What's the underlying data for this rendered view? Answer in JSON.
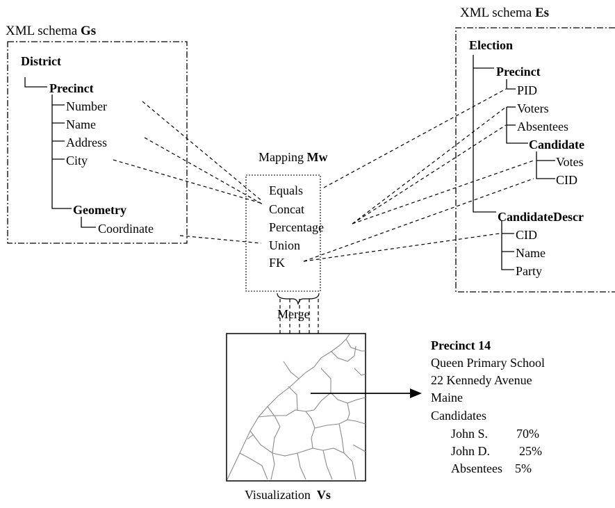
{
  "schema_gs": {
    "caption": "XML schema",
    "caption_bold": "Gs",
    "root": "District",
    "precinct": "Precinct",
    "fields": [
      "Number",
      "Name",
      "Address",
      "City"
    ],
    "geometry": "Geometry",
    "coordinate": "Coordinate"
  },
  "schema_es": {
    "caption": "XML schema",
    "caption_bold": "Es",
    "root": "Election",
    "precinct": "Precinct",
    "precinct_fields": [
      "PID",
      "Voters",
      "Absentees"
    ],
    "candidate": "Candidate",
    "candidate_fields": [
      "Votes",
      "CID"
    ],
    "candidate_descr": "CandidateDescr",
    "descr_fields": [
      "CID",
      "Name",
      "Party"
    ]
  },
  "mapping": {
    "caption": "Mapping",
    "caption_bold": "Mw",
    "operators": [
      "Equals",
      "Concat",
      "Percentage",
      "Union",
      "FK"
    ]
  },
  "merge_label": "Merge",
  "visualization": {
    "caption": "Visualization",
    "caption_bold": "Vs"
  },
  "precinct_info": {
    "title": "Precinct 14",
    "school": "Queen Primary School",
    "address": "22 Kennedy Avenue",
    "state": "Maine",
    "candidates_label": "Candidates",
    "rows": [
      {
        "name": "John S.",
        "value": "70%"
      },
      {
        "name": "John D.",
        "value": "25%"
      },
      {
        "name": "Absentees",
        "value": "5%"
      }
    ]
  }
}
